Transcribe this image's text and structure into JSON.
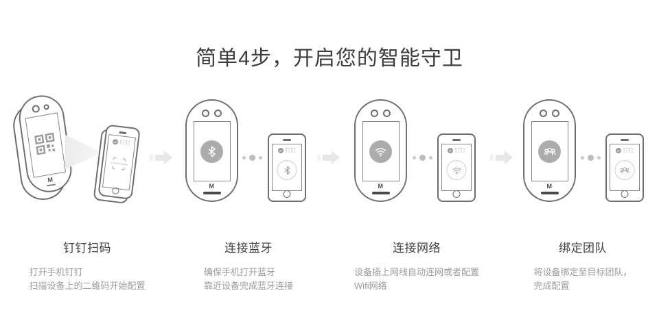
{
  "page": {
    "title": "简单4步，开启您的智能守卫"
  },
  "steps": [
    {
      "title": "钉钉扫码",
      "desc": [
        "打开手机钉钉",
        "扫描设备上的二维码开始配置"
      ],
      "device_icon": "qr-code-icon",
      "phone_icon": "scan-frame-icon",
      "device_logo": "M",
      "phone_brand": "钉钉"
    },
    {
      "title": "连接蓝牙",
      "desc": [
        "确保手机打开蓝牙",
        "靠近设备完成蓝牙连接"
      ],
      "device_icon": "bluetooth-icon",
      "phone_icon": "bluetooth-icon",
      "device_logo": "M",
      "phone_brand": "钉钉"
    },
    {
      "title": "连接网络",
      "desc": [
        "设备插上网线自动连网或者配置",
        "Wifi网络"
      ],
      "device_icon": "wifi-icon",
      "phone_icon": "wifi-icon",
      "device_logo": "M",
      "phone_brand": "钉钉"
    },
    {
      "title": "绑定团队",
      "desc": [
        "将设备绑定至目标团队，",
        "完成配置"
      ],
      "device_icon": "team-icon",
      "phone_icon": "team-icon",
      "device_logo": "M",
      "phone_brand": "钉钉"
    }
  ],
  "colors": {
    "outline": "#6e6e6e",
    "icon_fill": "#acacac",
    "title": "#3c3c3c",
    "description": "#9c9c9c",
    "arrow": "#e7e7e7",
    "home_bar": "#4a4a4a"
  }
}
